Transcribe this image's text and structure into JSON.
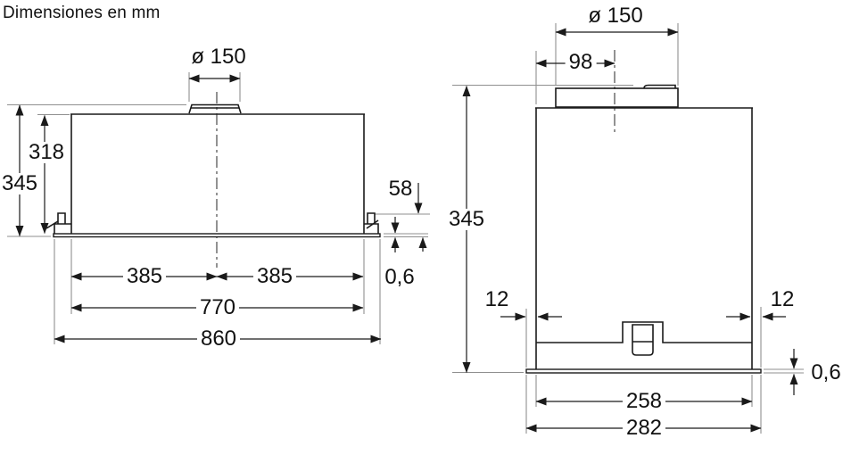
{
  "title": "Dimensiones en mm",
  "unit": "mm",
  "colors": {
    "line": "#1a1a1a",
    "extension_line": "#8f8f8f",
    "background": "#ffffff"
  },
  "front_view": {
    "duct_diameter": "ø 150",
    "total_height": "345",
    "body_height": "318",
    "clip_height": "58",
    "panel_thickness": "0,6",
    "center_to_left_edge": "385",
    "center_to_right_edge": "385",
    "body_width": "770",
    "total_width": "860"
  },
  "side_view": {
    "duct_diameter": "ø 150",
    "duct_center_offset": "98",
    "total_height": "345",
    "front_overhang": "12",
    "rear_overhang": "12",
    "panel_thickness": "0,6",
    "body_depth": "258",
    "total_depth": "282"
  }
}
